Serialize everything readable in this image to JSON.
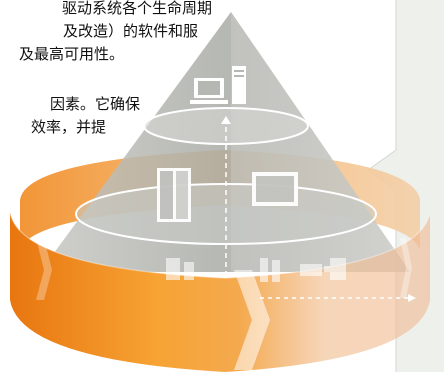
{
  "text": {
    "line1": "驱动系统各个生命周期",
    "line2": "及改造）的软件和服",
    "line3": "及最高可用性。",
    "line4": "因素。它确保",
    "line5": "效率，并提"
  },
  "colors": {
    "ring_orange": "#f39a2a",
    "ring_orange_dark": "#e46f0e",
    "pyramid_grey": "#b9bbb6",
    "panel": "#f1f2ef",
    "icon_white": "#ffffff"
  },
  "icons": [
    "computer-icon",
    "control-cabinet-icon",
    "operator-panel-icon",
    "drive-module-icon",
    "motor-icon"
  ]
}
